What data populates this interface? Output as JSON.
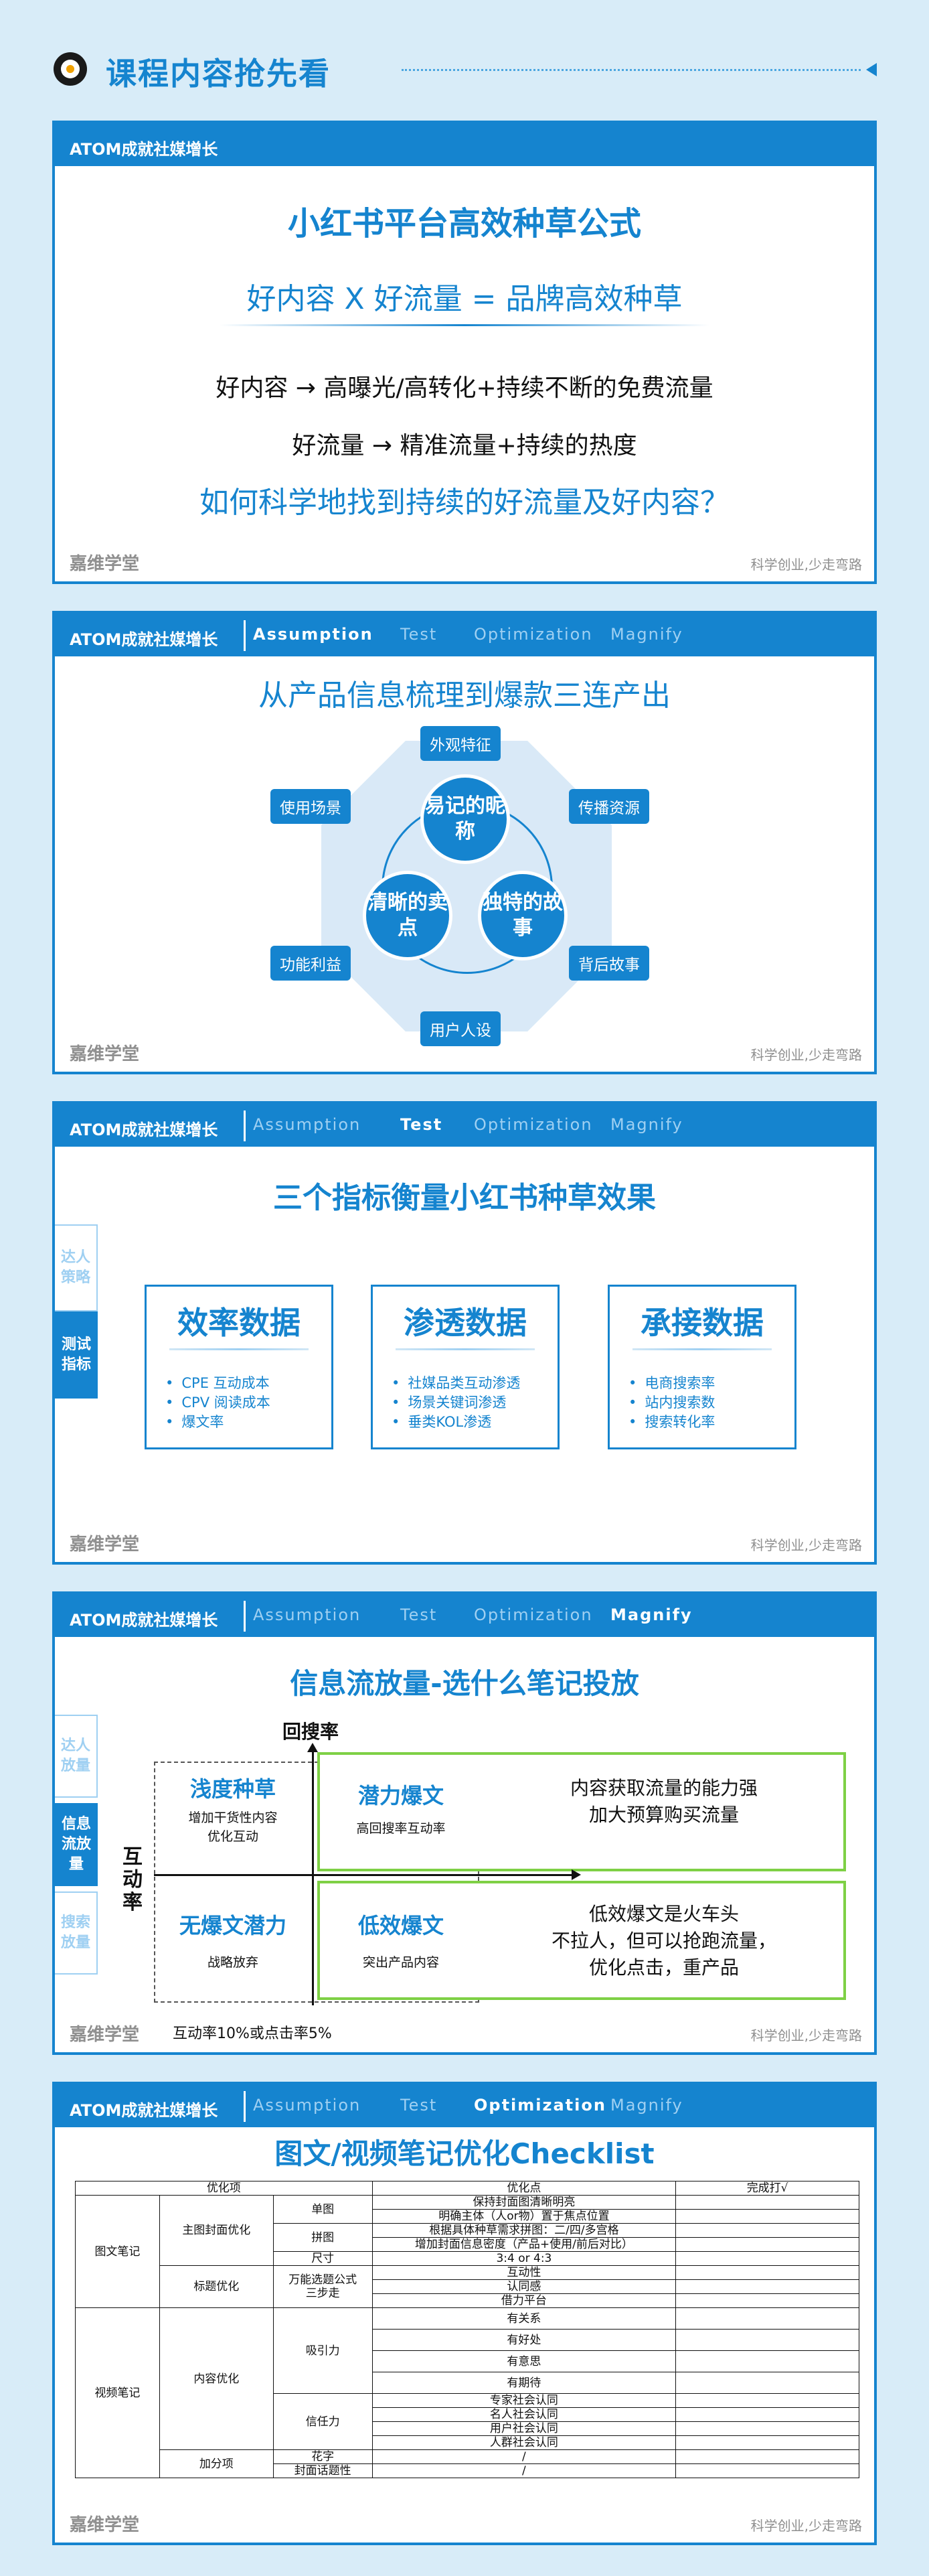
{
  "header": {
    "title": "课程内容抢先看"
  },
  "common": {
    "brand": "ATOM成就社媒增长",
    "foot_left": "嘉维学堂",
    "foot_right": "科学创业,少走弯路"
  },
  "tabs": [
    "Assumption",
    "Test",
    "Optimization",
    "Magnify"
  ],
  "slide1": {
    "title": "小红书平台高效种草公式",
    "formula": "好内容 X 好流量 = 品牌高效种草",
    "line1": "好内容 → 高曝光/高转化+持续不断的免费流量",
    "line2": "好流量 →  精准流量+持续的热度",
    "question": "如何科学地找到持续的好流量及好内容？"
  },
  "slide2": {
    "title": "从产品信息梳理到爆款三连产出",
    "circles": [
      "易记的昵称",
      "清晰的卖点",
      "独特的故事"
    ],
    "chips": [
      "外观特征",
      "传播资源",
      "背后故事",
      "用户人设",
      "功能利益",
      "使用场景"
    ]
  },
  "slide3": {
    "title": "三个指标衡量小红书种草效果",
    "side_tabs": [
      "达人策略",
      "测试指标"
    ],
    "cards": [
      {
        "title": "效率数据",
        "items": [
          "CPE  互动成本",
          "CPV  阅读成本",
          "爆文率"
        ]
      },
      {
        "title": "渗透数据",
        "items": [
          "社媒品类互动渗透",
          "场景关键词渗透",
          "垂类KOL渗透"
        ]
      },
      {
        "title": "承接数据",
        "items": [
          "电商搜索率",
          "站内搜索数",
          "搜索转化率"
        ]
      }
    ]
  },
  "slide4": {
    "title": "信息流放量-选什么笔记投放",
    "side_tabs": [
      "达人放量",
      "信息流放量",
      "搜索放量"
    ],
    "y_axis": "回搜率",
    "x_axis": "互动率",
    "quadrants": [
      {
        "title": "浅度种草",
        "sub": "增加干货性内容\n优化互动"
      },
      {
        "title": "潜力爆文",
        "sub": "高回搜率互动率"
      },
      {
        "title": "无爆文潜力",
        "sub": "战略放弃"
      },
      {
        "title": "低效爆文",
        "sub": "突出产品内容"
      }
    ],
    "box_top": "内容获取流量的能力强\n加大预算购买流量",
    "box_bottom": "低效爆文是火车头\n不拉人，但可以抢跑流量，\n优化点击，重产品",
    "note": "互动率10%或点击率5%"
  },
  "slide5": {
    "title": "图文/视频笔记优化Checklist",
    "headers": [
      "优化项",
      "优化点",
      "完成打√"
    ],
    "group1": "图文笔记",
    "group2": "视频笔记",
    "cover": "主图封面优化",
    "single": "单图",
    "single_points": [
      "保持封面图清晰明亮",
      "明确主体（人or物）置于焦点位置"
    ],
    "collage": "拼图",
    "collage_points": [
      "根据具体种草需求拼图：二/四/多宫格",
      "增加封面信息密度（产品+使用/前后对比）"
    ],
    "size": "尺寸",
    "size_value": "3:4 or 4:3",
    "title_opt": "标题优化",
    "formula": "万能选题公式\n三步走",
    "formula_points": [
      "互动性",
      "认同感",
      "借力平台"
    ],
    "content_opt": "内容优化",
    "attract": "吸引力",
    "attract_points": [
      "有关系",
      "有好处",
      "有意思",
      "有期待"
    ],
    "trust": "信任力",
    "trust_points": [
      "专家社会认同",
      "名人社会认同",
      "用户社会认同",
      "人群社会认同"
    ],
    "bonus": "加分项",
    "bonus_items": [
      "花字",
      "封面话题性"
    ],
    "slash": "/"
  }
}
